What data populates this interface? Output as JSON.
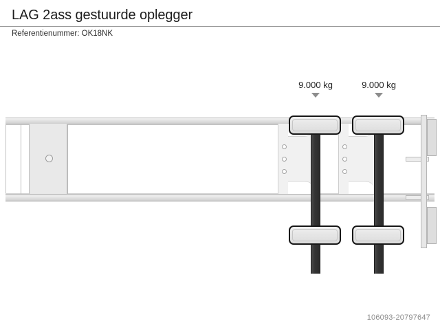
{
  "header": {
    "title": "LAG 2ass gestuurde oplegger",
    "reference_label": "Referentienummer: OK18NK"
  },
  "diagram": {
    "description": "Top view technical drawing of a two axle steered semi-trailer",
    "axles": [
      {
        "id": "axle-1",
        "weight_label": "9.000 kg",
        "arrow_icon": "triangle-down-icon"
      },
      {
        "id": "axle-2",
        "weight_label": "9.000 kg",
        "arrow_icon": "triangle-down-icon"
      }
    ],
    "colors": {
      "frame_fill": "#e9e9e9",
      "frame_stroke": "#b4b4b4",
      "axle_shaft": "#2b2b2b",
      "wheel_outline": "#171717",
      "wheel_fill": "#e4e4e4",
      "arrow": "#8d8d8d",
      "background": "#ffffff"
    },
    "parts": {
      "kingpin_plate": "kingpin-plate",
      "front_block": "front-block",
      "rail_top": "chassis-rail-top",
      "rail_bottom": "chassis-rail-bottom",
      "rear_assembly": "rear-assembly"
    }
  },
  "watermark": {
    "id": "106093-20797647"
  }
}
